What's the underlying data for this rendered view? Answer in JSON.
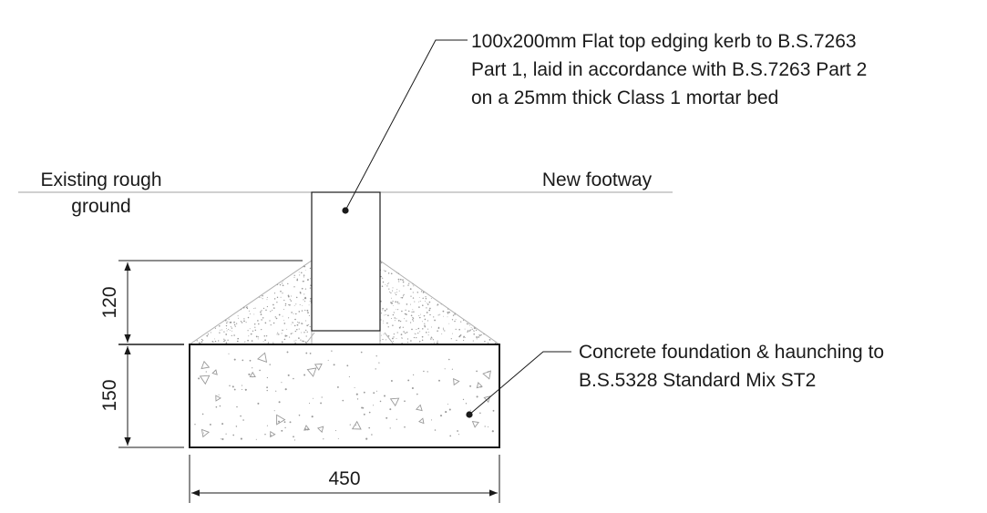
{
  "labels": {
    "existing_ground_line1": "Existing rough",
    "existing_ground_line2": "ground",
    "new_footway": "New footway",
    "kerb_note_line1": "100x200mm Flat top edging kerb to B.S.7263",
    "kerb_note_line2": "Part 1, laid in accordance with B.S.7263 Part 2",
    "kerb_note_line3": "on a 25mm thick Class 1 mortar bed",
    "foundation_note_line1": "Concrete foundation & haunching to",
    "foundation_note_line2": "B.S.5328 Standard Mix ST2"
  },
  "dimensions": {
    "haunch_height": "120",
    "foundation_depth": "150",
    "foundation_width": "450"
  },
  "colors": {
    "line": "#1a1a1a",
    "ground_line": "#a0a0a0",
    "haunch_edge": "#b0b0b0",
    "stipple": "#9a9a9a"
  }
}
